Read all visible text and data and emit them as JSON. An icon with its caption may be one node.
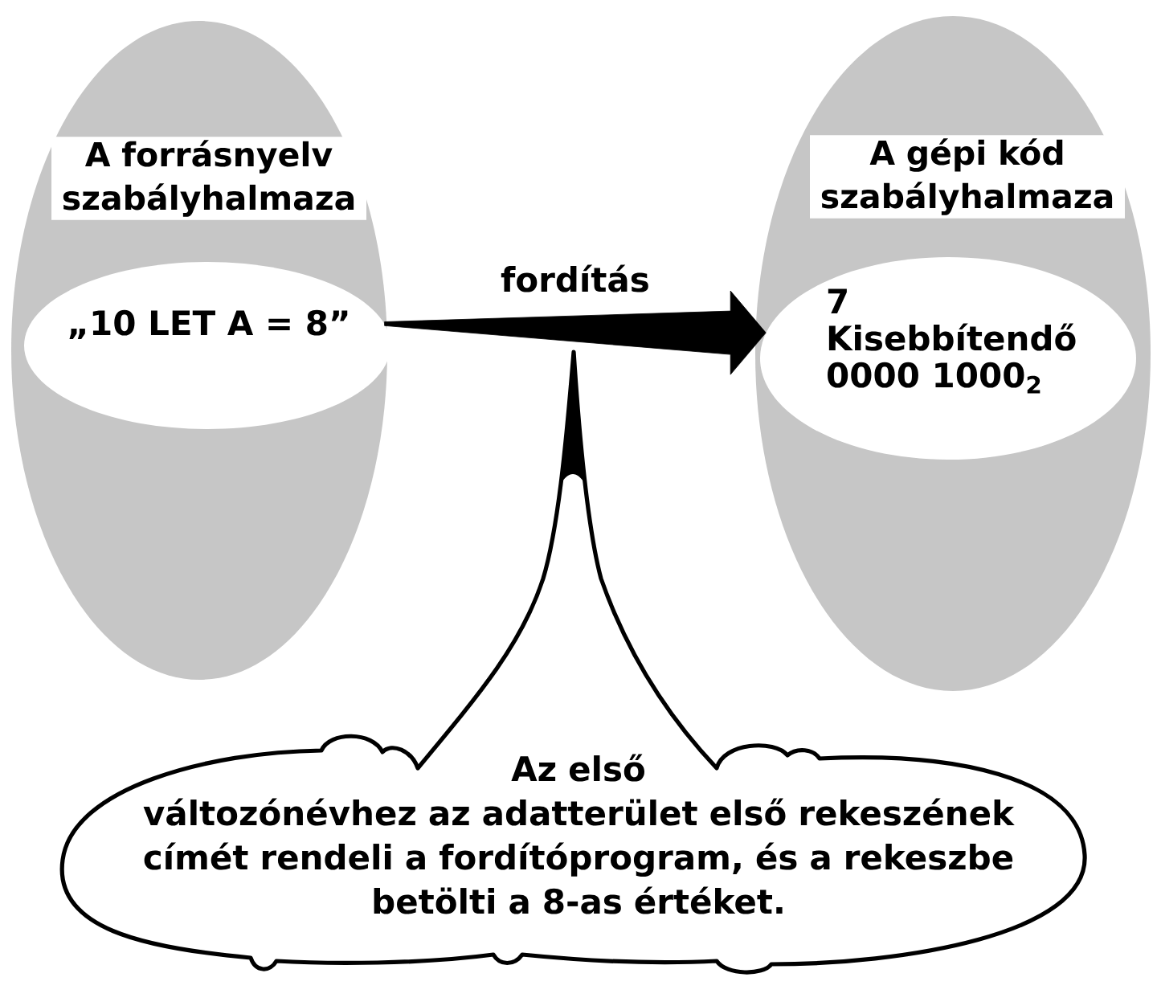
{
  "diagram": {
    "nodes": [
      {
        "text": [
          "A forrásnyelv szabályhalmaza"
        ]
      },
      {
        "text": [
          "„10 LET A = 8”"
        ],
        "in": 0
      },
      {
        "text": [
          "A gépi kód szabályhalmaza"
        ]
      },
      {
        "text": [
          "7",
          "Kisebbítendő",
          "0000 1000$_{2}$"
        ],
        "in": 2
      },
      {
        "text": [
          "Az első változónévhez az adatterület első rekeszének címét rendeli a fordítóprogram, és a rekeszbe betölti a 8-as értéket."
        ]
      }
    ],
    "edges": [
      {
        "from": 1,
        "to": 3,
        "arrow": "to",
        "label": "fordítás"
      }
    ]
  }
}
